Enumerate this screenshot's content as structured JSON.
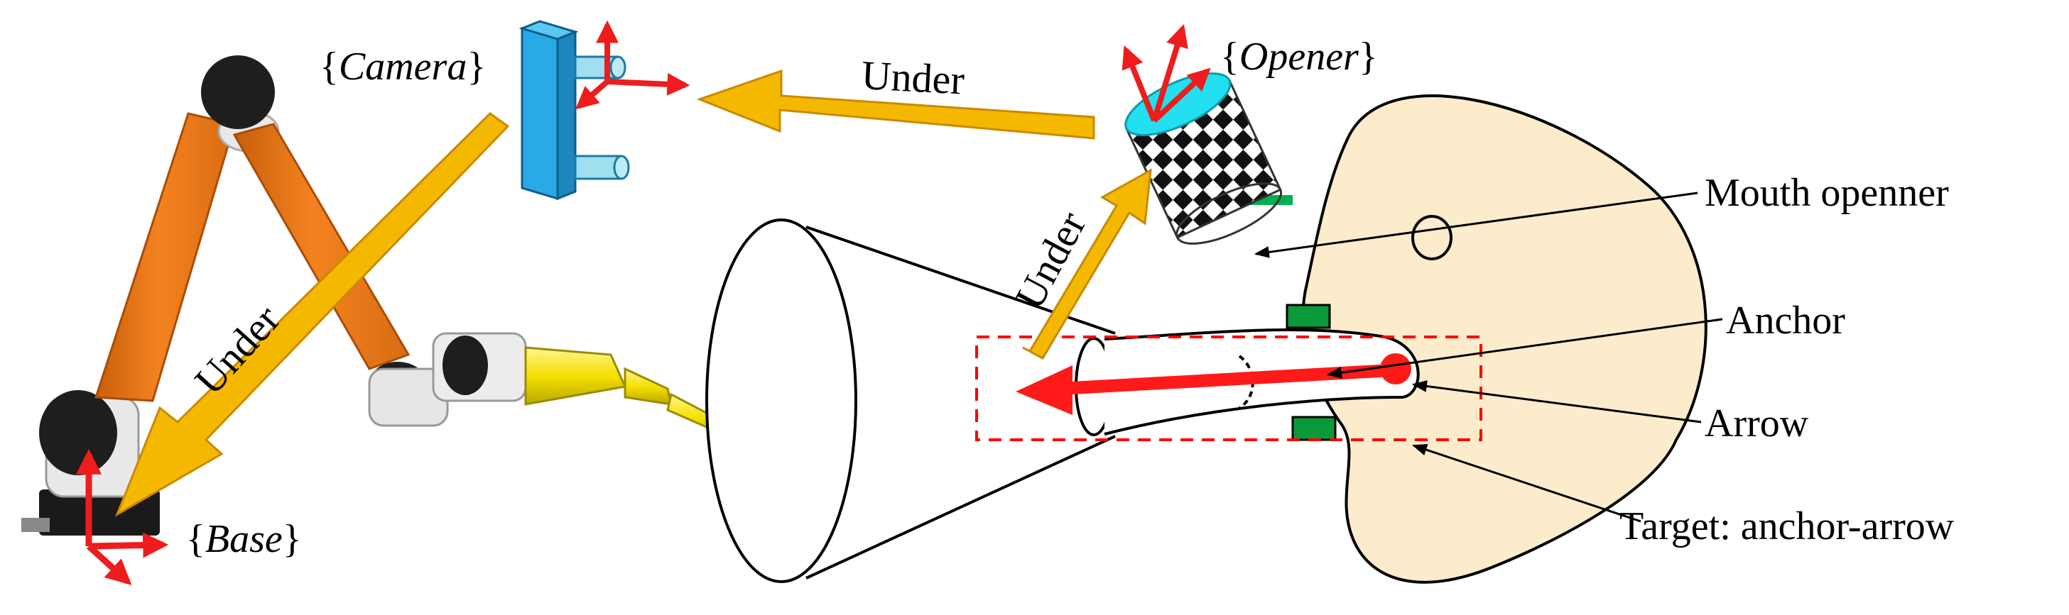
{
  "frames": {
    "camera": {
      "open": "{",
      "name": "Camera",
      "close": "}"
    },
    "opener": {
      "open": "{",
      "name": "Opener",
      "close": "}"
    },
    "base": {
      "open": "{",
      "name": "Base",
      "close": "}"
    }
  },
  "relations": {
    "camera_opener": "Under",
    "base_camera": "Under",
    "opener_anchor": "Under"
  },
  "callouts": {
    "mouth_opener": "Mouth openner",
    "anchor": "Anchor",
    "arrow": "Arrow",
    "target": "Target: anchor-arrow"
  },
  "colors": {
    "robot_orange": "#f58220",
    "robot_orange_dark": "#c75f0a",
    "camera_blue": "#29a9e6",
    "camera_lens": "#9fdff0",
    "under_arrow": "#f5b800",
    "under_arrow_edge": "#c98a00",
    "frame_axis": "#ee1c1c",
    "opener_cap": "#22e0f0",
    "opener_tube": "#00b050",
    "anchor_red": "#ff1a1a",
    "tongue_fill": "#fceccb",
    "marker_green": "#0a9a3a",
    "tool_yellow": "#f4e000",
    "dashed_box": "#ff0000"
  }
}
